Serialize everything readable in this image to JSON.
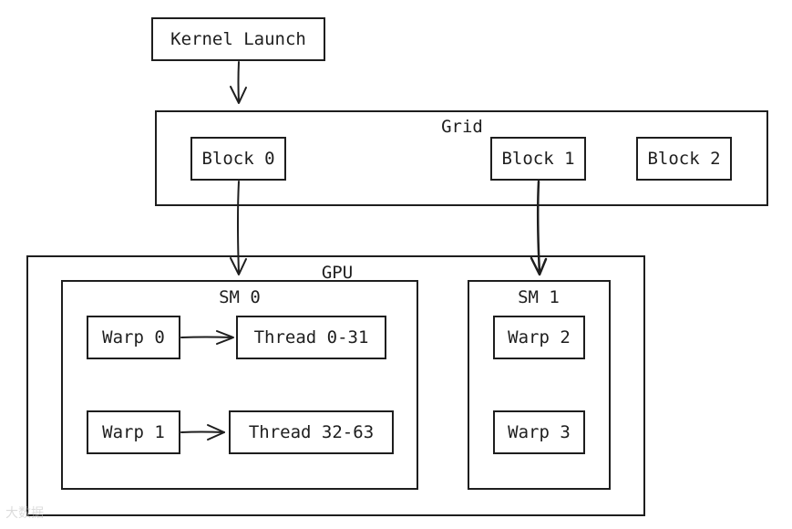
{
  "kernel": {
    "label": "Kernel Launch"
  },
  "grid": {
    "title": "Grid",
    "blocks": [
      "Block 0",
      "Block 1",
      "Block 2"
    ]
  },
  "gpu": {
    "title": "GPU",
    "sms": [
      {
        "title": "SM 0",
        "warps": [
          "Warp 0",
          "Warp 1"
        ],
        "threads": [
          "Thread 0-31",
          "Thread 32-63"
        ]
      },
      {
        "title": "SM 1",
        "warps": [
          "Warp 2",
          "Warp 3"
        ]
      }
    ]
  },
  "watermark": "大数据",
  "colors": {
    "stroke": "#1e1e1e",
    "background": "#ffffff"
  }
}
